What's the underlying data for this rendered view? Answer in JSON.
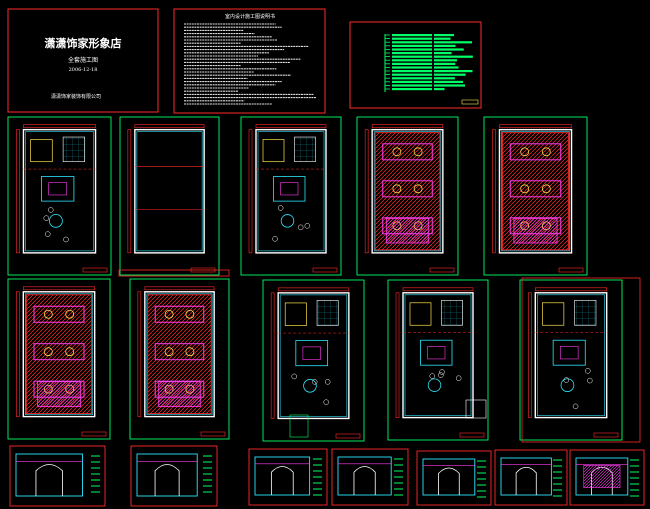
{
  "cover": {
    "title": "潇潇饰家形象店",
    "subtitle": "全套施工图",
    "date": "2006-12-18",
    "company": "潇潇饰家装饰有限公司"
  },
  "notes_sheet": {
    "title": "室内设计施工图说明书"
  },
  "colors": {
    "background": "#000000",
    "frame_red": "#ff2a2a",
    "frame_green": "#00ff66",
    "white": "#ffffff",
    "cyan": "#2ee6ff",
    "magenta": "#ff3df0",
    "yellow": "#ffe14a"
  }
}
